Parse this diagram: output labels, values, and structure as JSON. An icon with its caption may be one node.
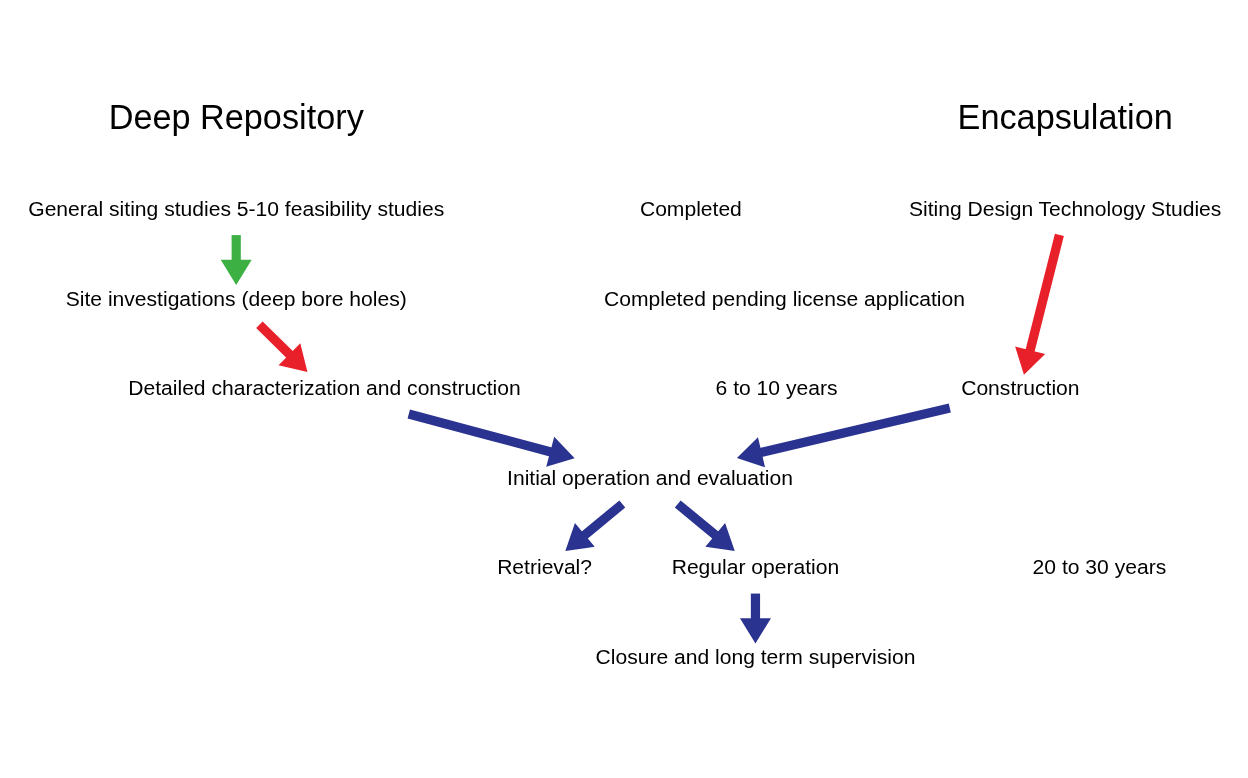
{
  "diagram": {
    "nodes": [
      {
        "text": [
          "Siting Design Technology Studies"
        ]
      },
      {
        "text": [
          "General siting studies 5-10 feasibility studies"
        ]
      },
      {
        "text": [
          "Site investigations (deep bore holes)"
        ]
      },
      {
        "text": [
          "Construction"
        ]
      },
      {
        "text": [
          "Detailed characterization and construction"
        ]
      },
      {
        "text": [
          "Initial operation and evaluation"
        ]
      },
      {
        "text": [
          "Retrieval?"
        ]
      },
      {
        "text": [
          "Regular operation"
        ]
      },
      {
        "text": [
          "Closure and long term supervision"
        ]
      }
    ],
    "edges": [
      {
        "from": 1,
        "to": 2,
        "arrow": "to",
        "color": "#3cb043"
      },
      {
        "from": 0,
        "to": 3,
        "arrow": "to",
        "color": "#e8202a"
      },
      {
        "from": 2,
        "to": 4,
        "arrow": "to",
        "color": "#e8202a"
      },
      {
        "from": 3,
        "to": 5,
        "arrow": "to"
      },
      {
        "from": 4,
        "to": 5,
        "arrow": "to"
      },
      {
        "from": 5,
        "to": 6,
        "arrow": "to"
      },
      {
        "from": 5,
        "to": 7,
        "arrow": "to"
      },
      {
        "from": 7,
        "to": 8,
        "arrow": "to"
      }
    ],
    "labels": [
      "Encapsulation",
      "Deep Repository",
      "Completed",
      "Completed pending license application",
      "6 to 10 years",
      "20 to 30 years"
    ]
  }
}
